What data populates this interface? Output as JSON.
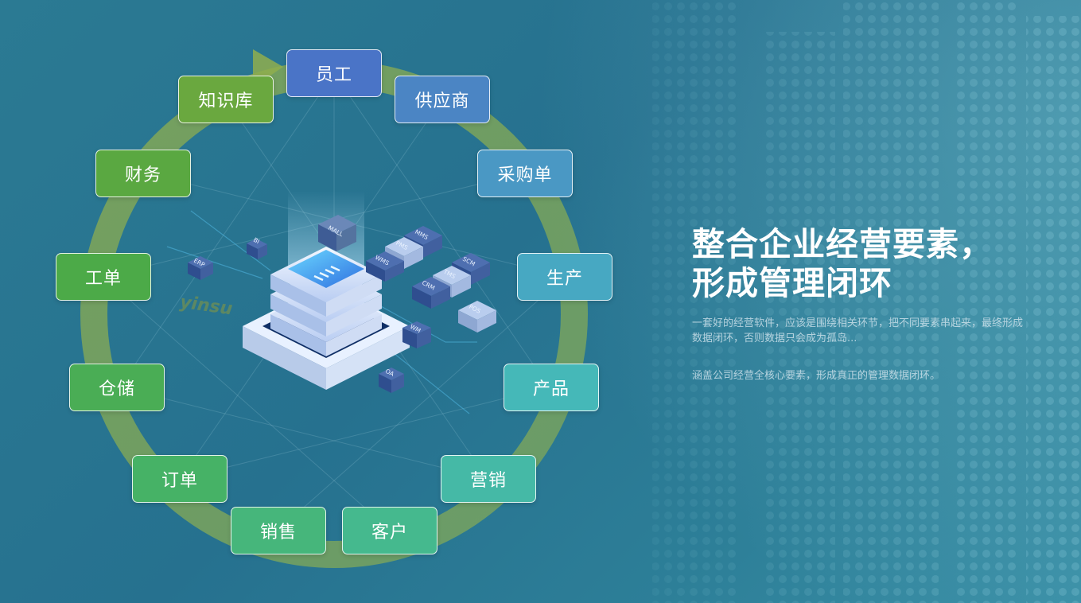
{
  "diagram": {
    "nodes": [
      {
        "id": "staff",
        "label": "员工",
        "color": "#4a74c7"
      },
      {
        "id": "supplier",
        "label": "供应商",
        "color": "#4b85c4"
      },
      {
        "id": "purchase",
        "label": "采购单",
        "color": "#4a98c4"
      },
      {
        "id": "production",
        "label": "生产",
        "color": "#47a8c2"
      },
      {
        "id": "product",
        "label": "产品",
        "color": "#45b8b8"
      },
      {
        "id": "marketing",
        "label": "营销",
        "color": "#45b9a6"
      },
      {
        "id": "customer",
        "label": "客户",
        "color": "#45b98e"
      },
      {
        "id": "sales",
        "label": "销售",
        "color": "#46b67b"
      },
      {
        "id": "order",
        "label": "订单",
        "color": "#46b266"
      },
      {
        "id": "warehouse",
        "label": "仓储",
        "color": "#4aad55"
      },
      {
        "id": "workorder",
        "label": "工单",
        "color": "#4caa48"
      },
      {
        "id": "finance",
        "label": "财务",
        "color": "#5aa841"
      },
      {
        "id": "knowledge",
        "label": "知识库",
        "color": "#6aa83f"
      }
    ],
    "modules": [
      "MALL",
      "BI",
      "ERP",
      "MMS",
      "PMS",
      "WMS",
      "SCM",
      "TMS",
      "CRM",
      "POS",
      "WM",
      "OA"
    ],
    "watermark": "yinsu"
  },
  "headline": {
    "line1": "整合企业经营要素，",
    "line2": "形成管理闭环"
  },
  "description": {
    "paragraph1": "一套好的经营软件，应该是围绕相关环节，把不同要素串起来，最终形成数据闭环，否则数据只会成为孤岛...",
    "paragraph2": "涵盖公司经营全核心要素，形成真正的管理数据闭环。"
  }
}
